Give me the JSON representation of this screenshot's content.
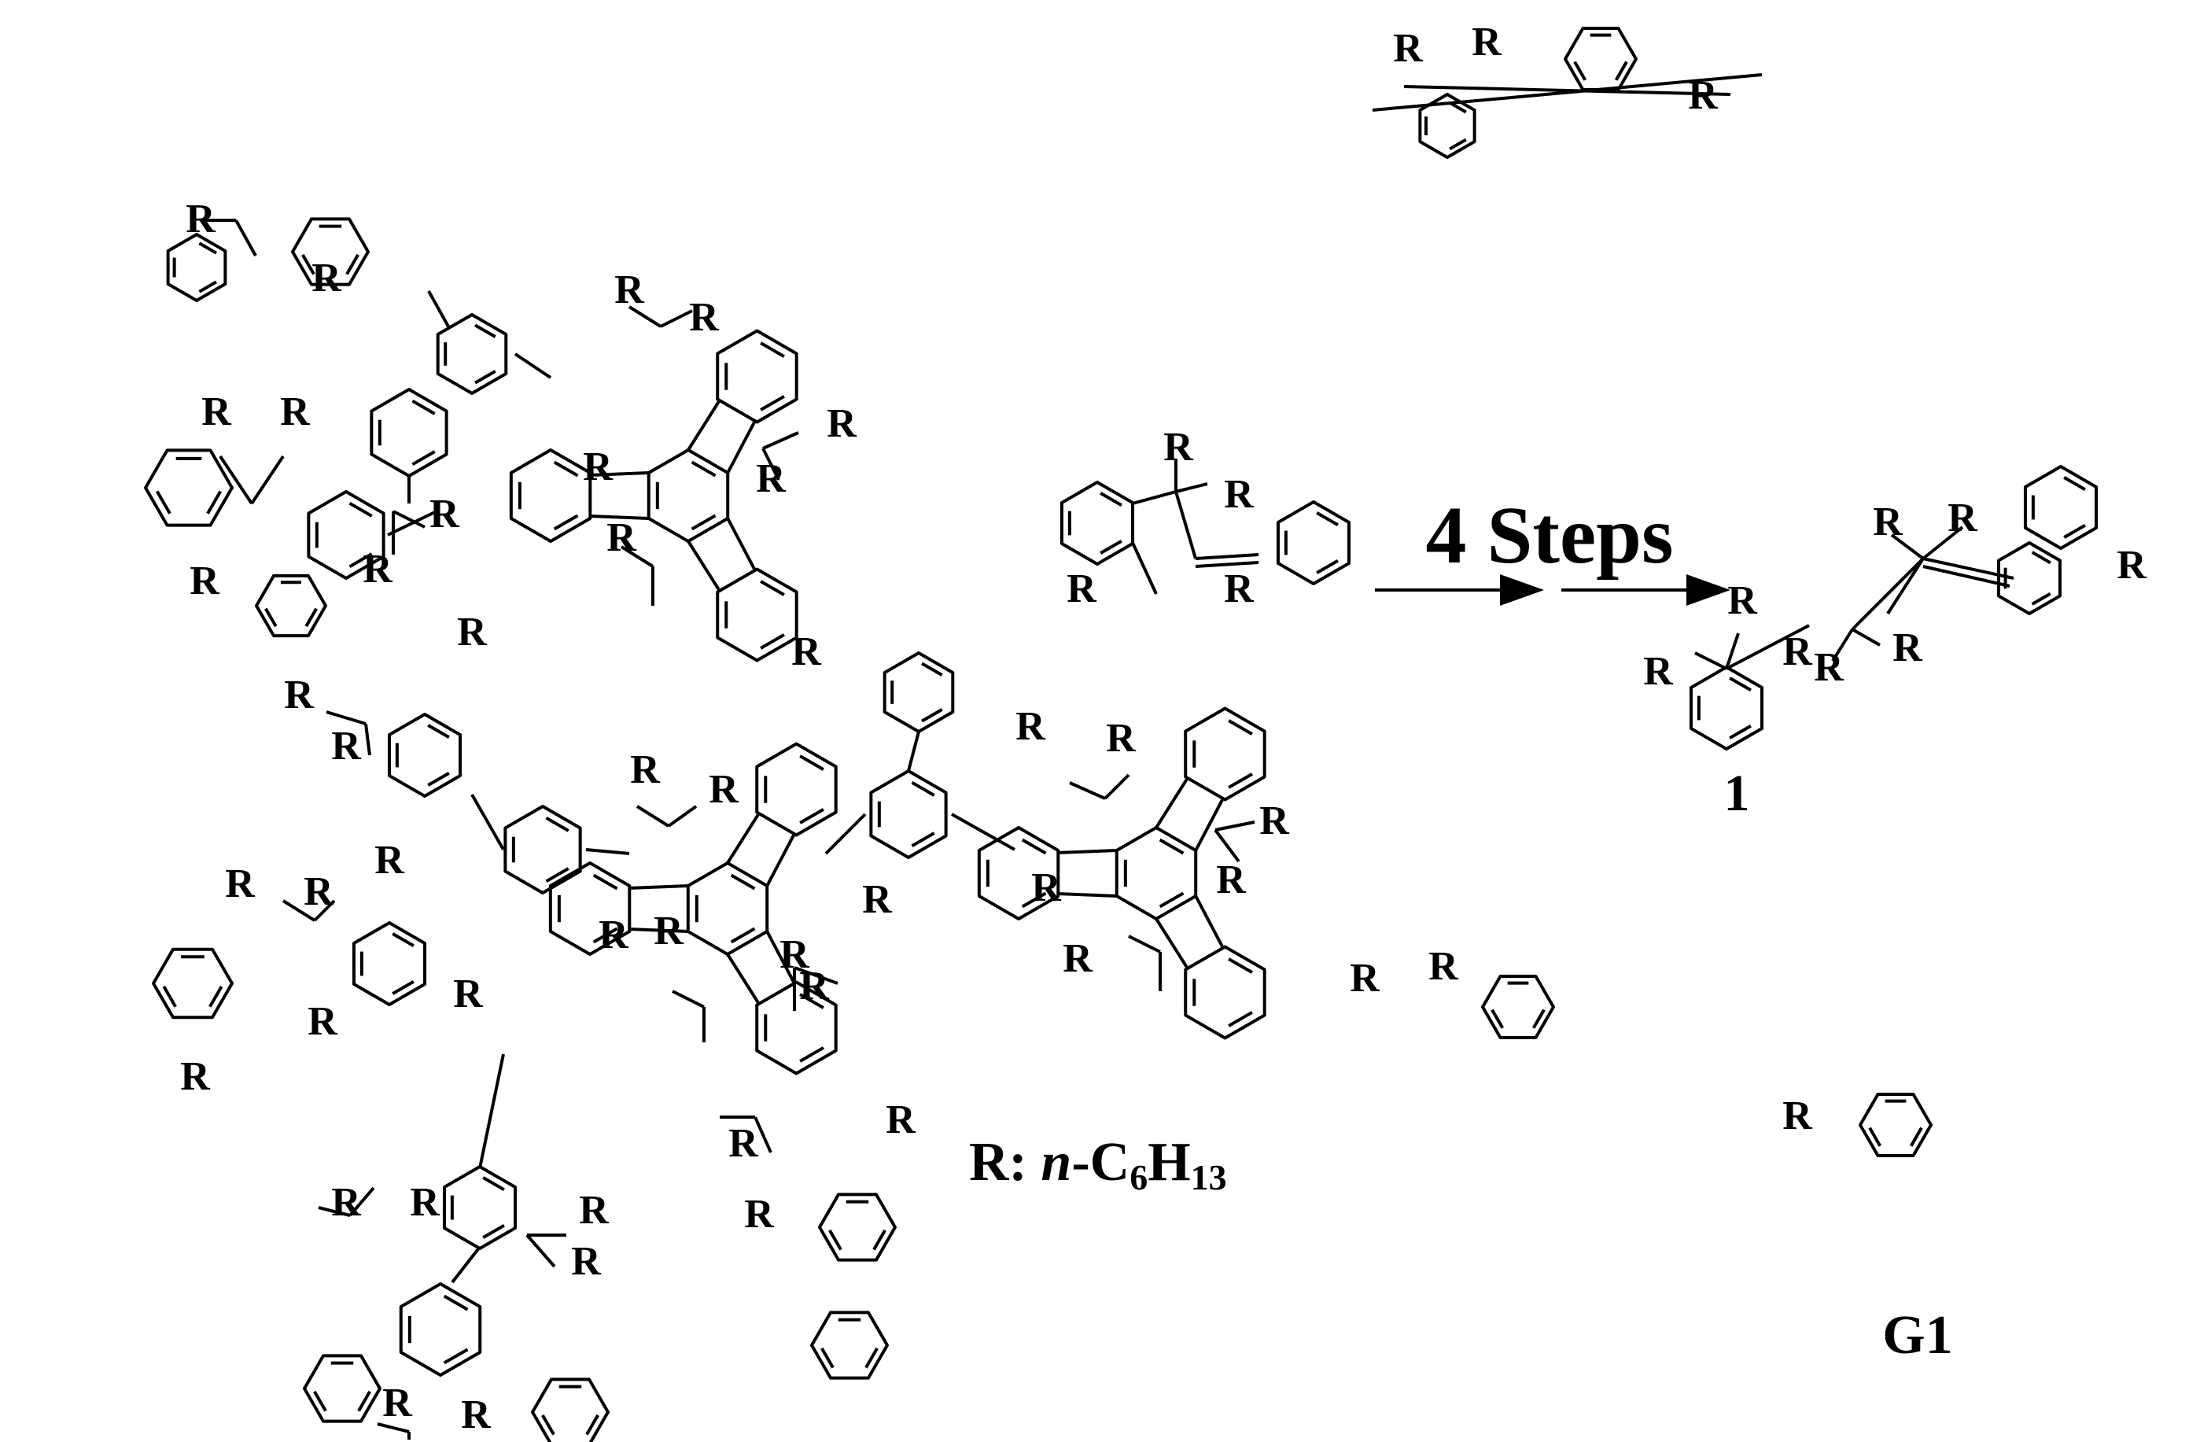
{
  "substituent_letter": "R",
  "reaction": {
    "arrow_label": "4 Steps",
    "product_label": "1"
  },
  "legend": {
    "prefix": "R: ",
    "italic": "n",
    "formula_a": "-C",
    "sub_a": "6",
    "formula_b": "H",
    "sub_b": "13"
  },
  "dendrimer_label": "G1",
  "stroke_color": "#000000",
  "background_color": "#ffffff"
}
